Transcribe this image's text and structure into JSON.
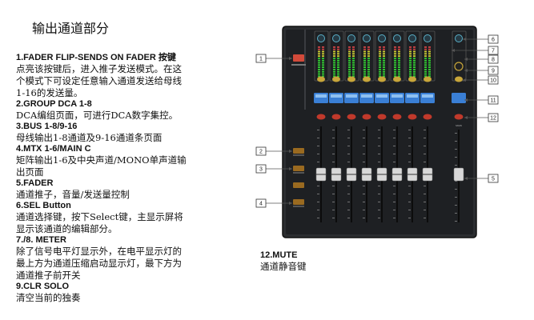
{
  "page": {
    "title": "输出通道部分",
    "sections": [
      {
        "heading": "1.FADER FLIP-SENDS ON FADER 按键",
        "lines": [
          "点亮该按键后，进入推子发送模式。在这",
          "个模式下可设定任意输入通道发送给母线",
          "1-16的发送量。"
        ]
      },
      {
        "heading": "2.GROUP DCA 1-8",
        "lines": [
          "DCA编组页面，可进行DCA数字集控。"
        ]
      },
      {
        "heading": "3.BUS 1-8/9-16",
        "lines": [
          "母线输出1-8通道及9-16通道条页面"
        ]
      },
      {
        "heading": "4.MTX 1-6/MAIN C",
        "lines": [
          "矩阵输出1-6及中央声道/MONO单声道输",
          "出页面"
        ]
      },
      {
        "heading": "5.FADER",
        "lines": [
          "通道推子，音量/发送量控制"
        ]
      },
      {
        "heading": "6.SEL Button",
        "lines": [
          "通道选择键，按下Select键，主显示屏将",
          "显示该通道的编辑部分。"
        ]
      },
      {
        "heading": "7./8. METER",
        "lines": [
          "除了信号电平灯显示外，在电平显示灯的",
          "最上方为通道压缩启动显示灯，最下方为",
          "通道推子前开关"
        ]
      },
      {
        "heading": "9.CLR SOLO",
        "lines": [
          "清空当前的独奏"
        ]
      }
    ],
    "note": {
      "heading": "12.MUTE",
      "lines": [
        "通道静音键"
      ]
    }
  },
  "console": {
    "colors": {
      "body": "#2b2d30",
      "panel": "#1e2023",
      "lcd": "#3a7fd5",
      "mute": "#c0392b",
      "sel": "#5ab0c8",
      "solo": "#c8a63a",
      "callout": "#888888"
    },
    "left_callouts": [
      "1",
      "2",
      "3",
      "4"
    ],
    "right_callouts": [
      "6",
      "7",
      "8",
      "9",
      "10",
      "11",
      "12",
      "5"
    ],
    "main_label": "MAIN"
  }
}
